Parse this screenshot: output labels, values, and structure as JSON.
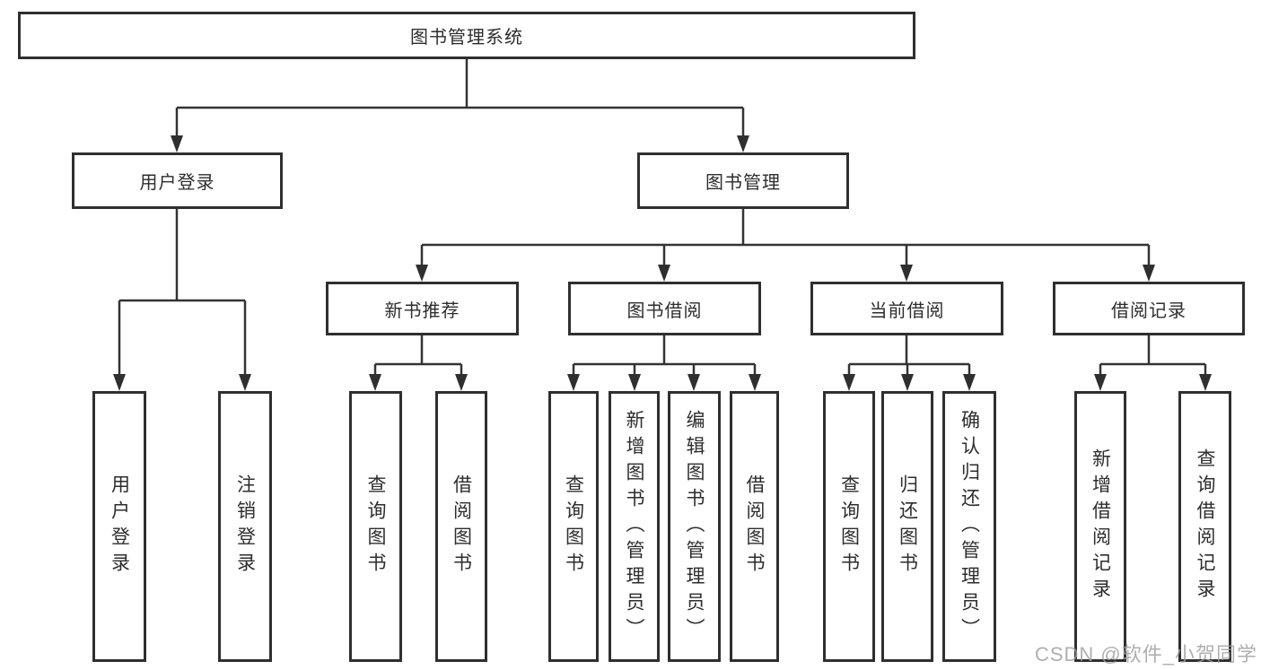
{
  "diagram": {
    "root": {
      "label": "图书管理系统"
    },
    "branches": [
      {
        "label": "用户登录",
        "children": [
          {
            "label": "用户登录"
          },
          {
            "label": "注销登录"
          }
        ]
      },
      {
        "label": "图书管理",
        "children": [
          {
            "label": "新书推荐",
            "children": [
              {
                "label": "查询图书"
              },
              {
                "label": "借阅图书"
              }
            ]
          },
          {
            "label": "图书借阅",
            "children": [
              {
                "label": "查询图书"
              },
              {
                "label": "新增图书（管理员）"
              },
              {
                "label": "编辑图书（管理员）"
              },
              {
                "label": "借阅图书"
              }
            ]
          },
          {
            "label": "当前借阅",
            "children": [
              {
                "label": "查询图书"
              },
              {
                "label": "归还图书"
              },
              {
                "label": "确认归还（管理员）"
              }
            ]
          },
          {
            "label": "借阅记录",
            "children": [
              {
                "label": "新增借阅记录"
              },
              {
                "label": "查询借阅记录"
              }
            ]
          }
        ]
      }
    ],
    "watermark": "CSDN @软件_小贺同学",
    "colors": {
      "line": "#333333",
      "box_border": "#2f2f2f",
      "box_fill": "#ffffff",
      "text": "#2d2d2d",
      "watermark": "#9e9e9e"
    }
  }
}
